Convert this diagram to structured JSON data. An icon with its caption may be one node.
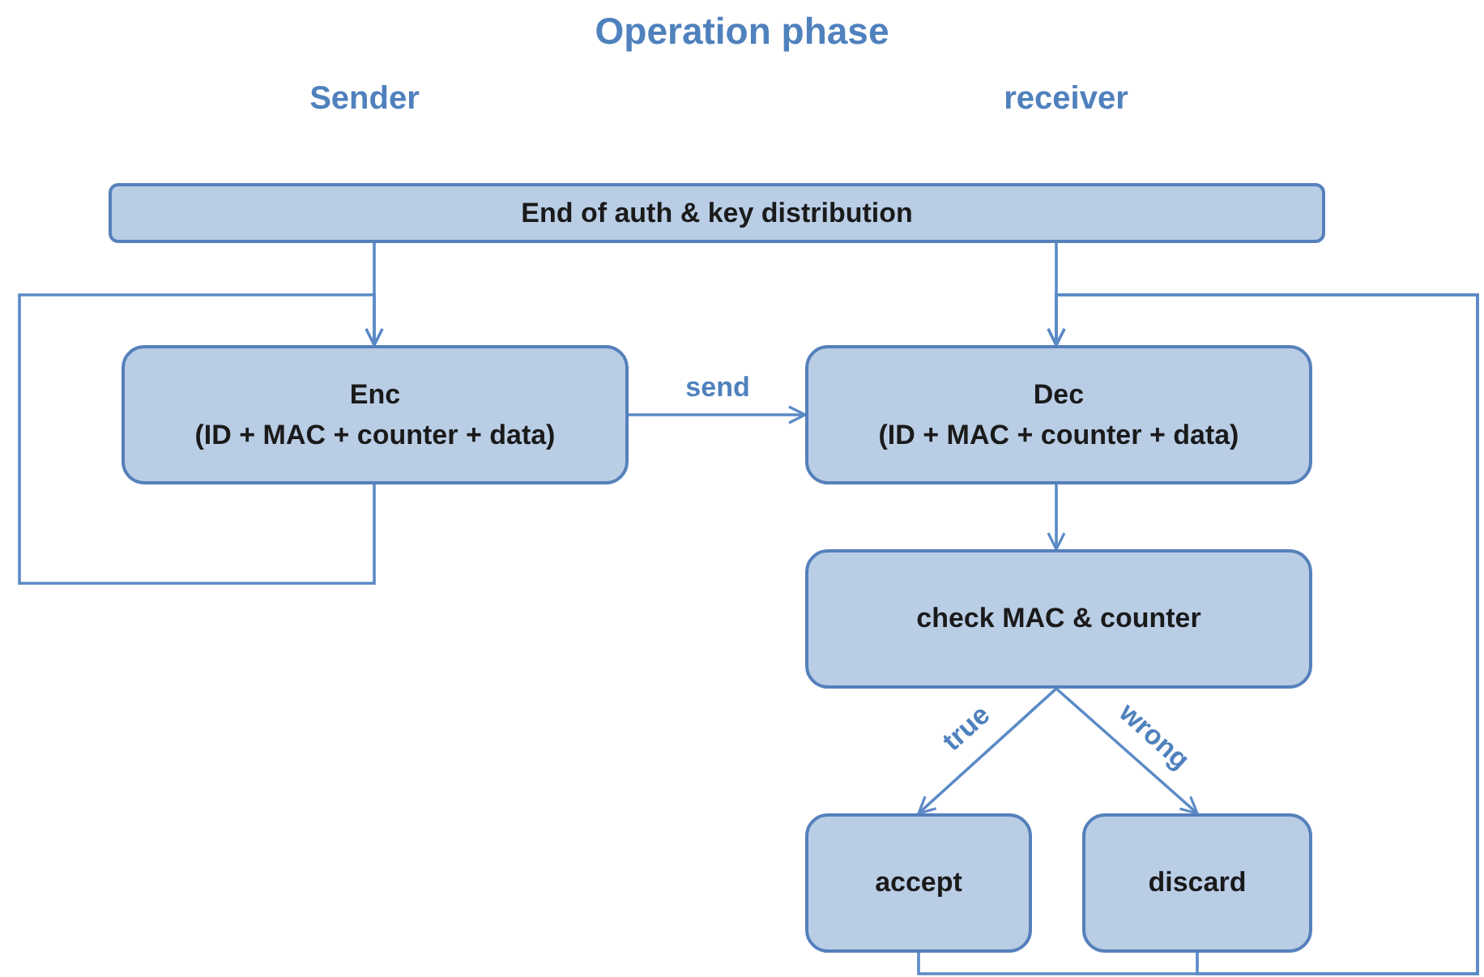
{
  "diagram": {
    "title": "Operation phase",
    "nodes": [
      {
        "text": [
          "End of auth & key distribution"
        ]
      },
      {
        "text": [
          "Enc",
          "(ID + MAC + counter + data)"
        ]
      },
      {
        "text": [
          "Dec",
          "(ID + MAC + counter + data)"
        ]
      },
      {
        "text": [
          "check MAC & counter"
        ]
      },
      {
        "text": [
          "accept"
        ]
      },
      {
        "text": [
          "discard"
        ]
      }
    ],
    "edges": [
      {
        "from": 0,
        "to": 1,
        "arrow": "to"
      },
      {
        "from": 0,
        "to": 2,
        "arrow": "to"
      },
      {
        "from": 1,
        "to": 2,
        "arrow": "to",
        "label": "send"
      },
      {
        "from": 1,
        "to": 1,
        "arrow": "to"
      },
      {
        "from": 2,
        "to": 3,
        "arrow": "to"
      },
      {
        "from": 3,
        "to": 4,
        "arrow": "to",
        "label": "true"
      },
      {
        "from": 3,
        "to": 5,
        "arrow": "to",
        "label": "wrong"
      },
      {
        "from": 4,
        "to": 2,
        "arrow": "to"
      },
      {
        "from": 5,
        "to": 2,
        "arrow": "to"
      }
    ],
    "labels": [
      "Sender",
      "receiver"
    ]
  }
}
